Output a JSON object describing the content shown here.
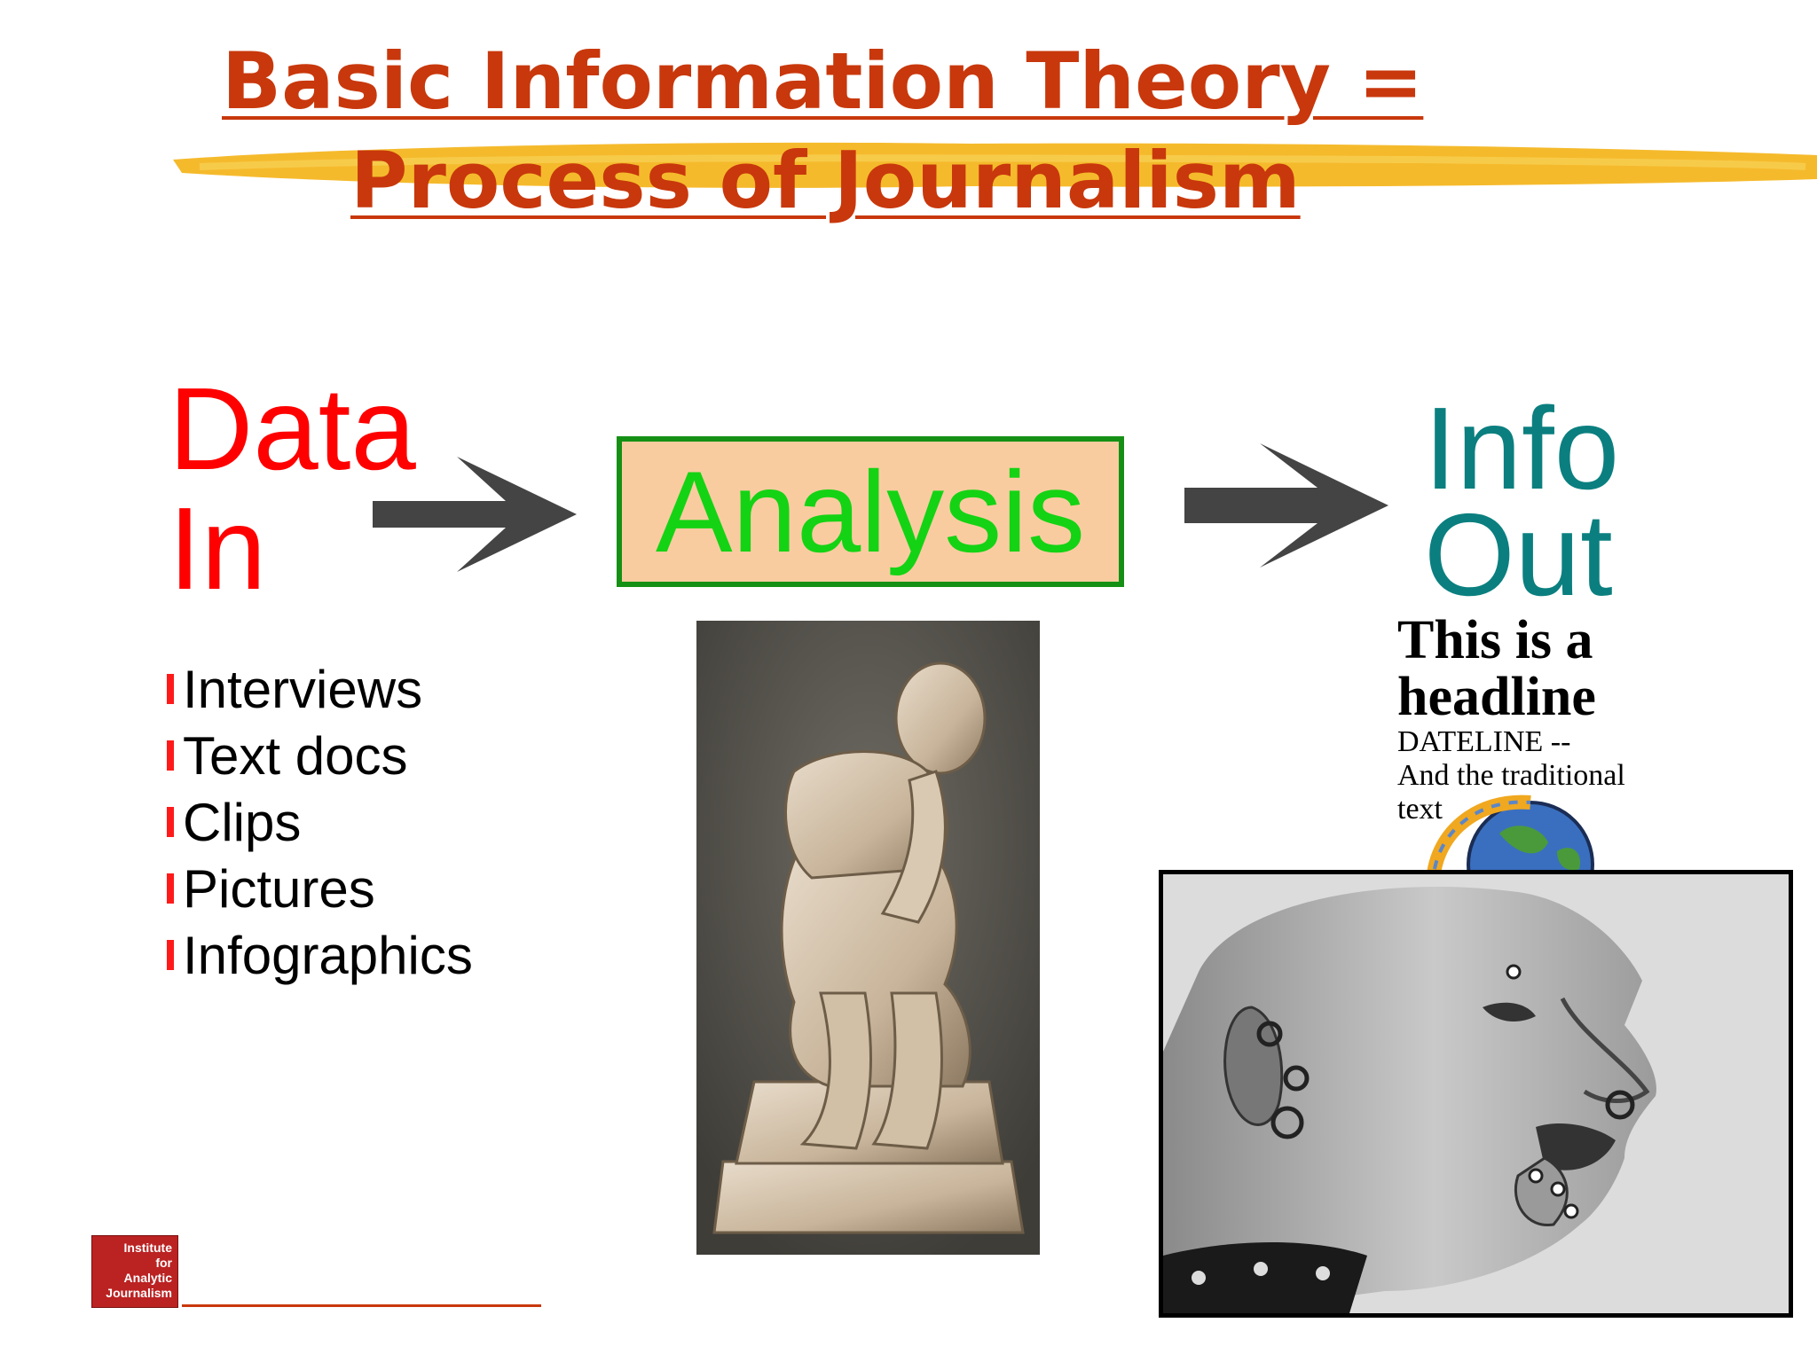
{
  "slide": {
    "title_line1": "Basic Information Theory =",
    "title_line2": "Process of Journalism"
  },
  "data_in": {
    "line1": "Data",
    "line2": "In"
  },
  "analysis": {
    "label": "Analysis"
  },
  "info_out": {
    "line1": "Info",
    "line2": "Out"
  },
  "bullets": [
    "Interviews",
    "Text docs",
    "Clips",
    "Pictures",
    "Infographics"
  ],
  "news_snippet": {
    "headline": "This is a headline",
    "dateline": "DATELINE --",
    "body": "And the traditional text"
  },
  "logo": {
    "text": "Institute for Analytic Journalism"
  },
  "colors": {
    "title": "#c8380c",
    "data_in": "#ff0000",
    "analysis_text": "#14d314",
    "analysis_fill": "#f9cca0",
    "analysis_border": "#159015",
    "info_out": "#0b7f7f",
    "arrow": "#444444"
  }
}
